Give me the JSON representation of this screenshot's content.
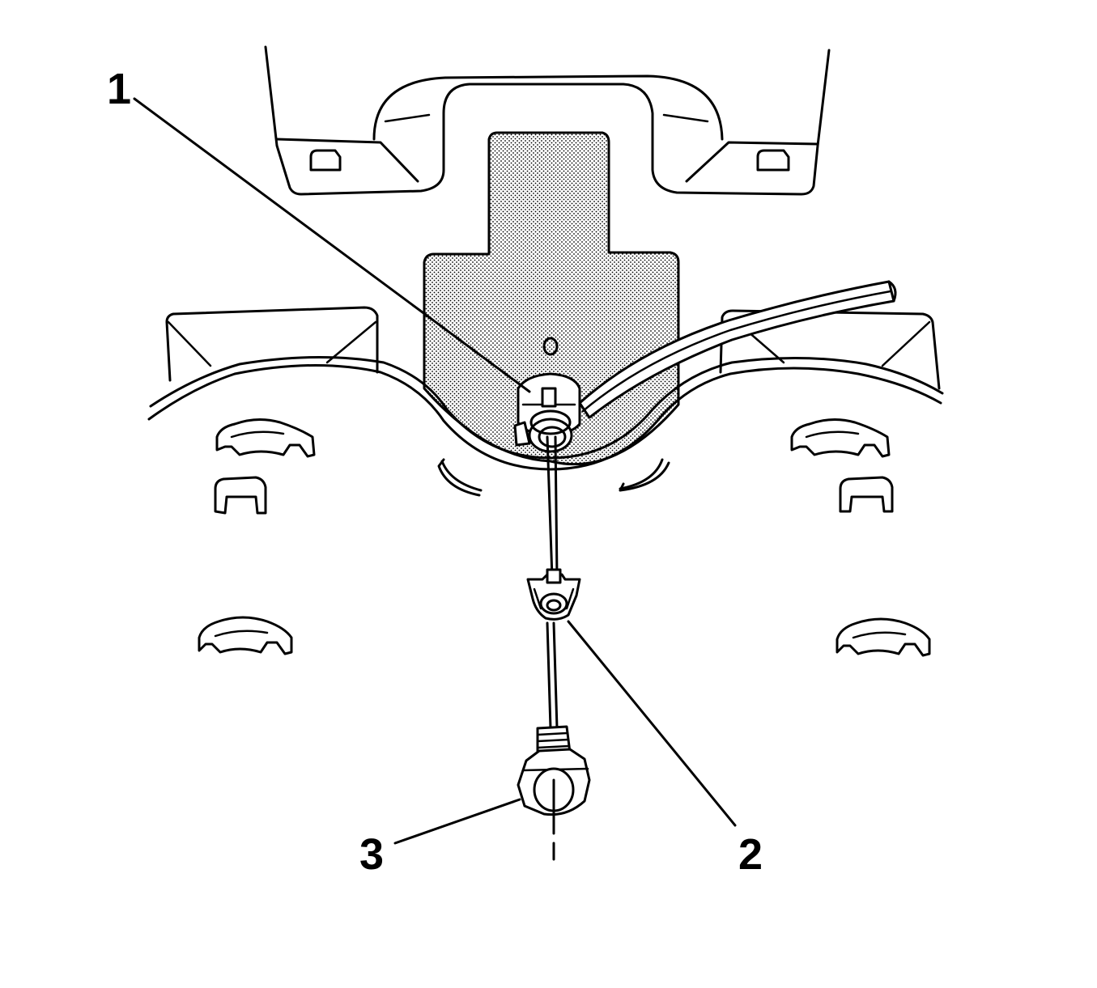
{
  "callouts": {
    "c1": "1",
    "c2": "2",
    "c3": "3"
  },
  "colors": {
    "line": "#000000",
    "background": "#ffffff",
    "stipple": "#000000"
  }
}
